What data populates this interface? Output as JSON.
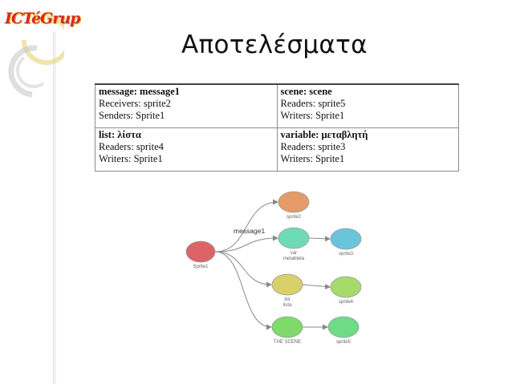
{
  "slide": {
    "title": "Αποτελέσματα",
    "logo_text": "ICTéGrup"
  },
  "table": [
    [
      {
        "header": "message: message1",
        "lines": [
          "Receivers: sprite2",
          "Senders: Sprite1"
        ]
      },
      {
        "header": "scene: scene",
        "lines": [
          "Readers: sprite5",
          "Writers: Sprite1"
        ]
      }
    ],
    [
      {
        "header": "list: λίστα",
        "lines": [
          "Readers: sprite4",
          "Writers: Sprite1"
        ]
      },
      {
        "header": "variable: μεταβλητή",
        "lines": [
          "Readers: sprite3",
          "Writers: Sprite1"
        ]
      }
    ]
  ],
  "graph": {
    "nodes": [
      {
        "id": "sprite1",
        "label": "Sprite1",
        "color": "#dc6467"
      },
      {
        "id": "sprite2",
        "label": "sprite2",
        "color": "#e59b68"
      },
      {
        "id": "metableta",
        "label": "var\nmetableta",
        "color": "#6fdbb6"
      },
      {
        "id": "sprite3",
        "label": "sprite3",
        "color": "#6cc4dc"
      },
      {
        "id": "lista",
        "label": "list\nlista",
        "color": "#d9d06a"
      },
      {
        "id": "sprite4",
        "label": "sprite4",
        "color": "#a6db6c"
      },
      {
        "id": "scene",
        "label": "THE SCENE",
        "color": "#7edb6b"
      },
      {
        "id": "sprite5",
        "label": "sprite5",
        "color": "#6edb86"
      }
    ],
    "edges": [
      {
        "from": "sprite1",
        "to": "sprite2",
        "label": "message1"
      },
      {
        "from": "sprite1",
        "to": "metableta",
        "label": ""
      },
      {
        "from": "sprite1",
        "to": "lista",
        "label": ""
      },
      {
        "from": "sprite1",
        "to": "scene",
        "label": ""
      },
      {
        "from": "metableta",
        "to": "sprite3",
        "label": ""
      },
      {
        "from": "lista",
        "to": "sprite4",
        "label": ""
      },
      {
        "from": "scene",
        "to": "sprite5",
        "label": ""
      }
    ]
  }
}
